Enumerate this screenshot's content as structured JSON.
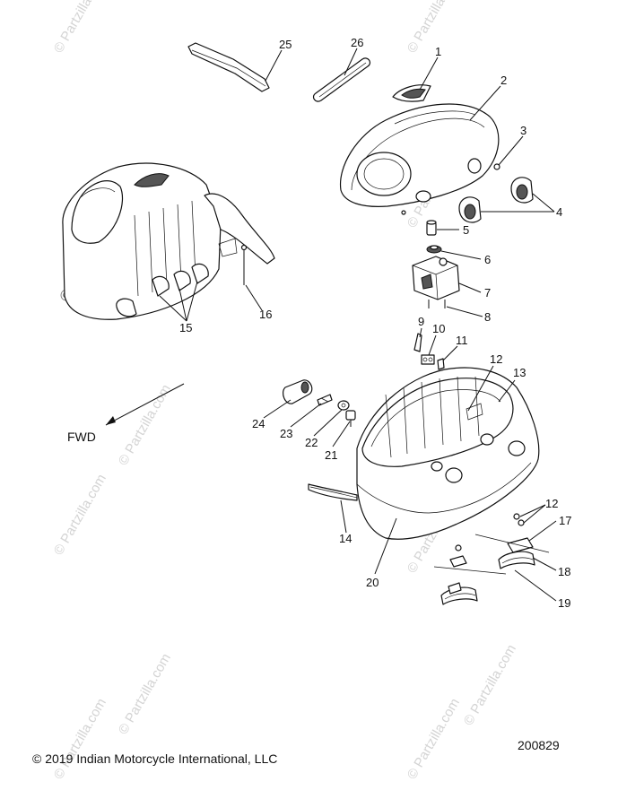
{
  "copyright": "© 2019 Indian Motorcycle International, LLC",
  "diagram_number": "200829",
  "direction_label": "FWD",
  "watermark_text": "© Partzilla.com",
  "callouts": [
    {
      "id": "1",
      "label": "1"
    },
    {
      "id": "2",
      "label": "2"
    },
    {
      "id": "3",
      "label": "3"
    },
    {
      "id": "4",
      "label": "4"
    },
    {
      "id": "5",
      "label": "5"
    },
    {
      "id": "6",
      "label": "6"
    },
    {
      "id": "7",
      "label": "7"
    },
    {
      "id": "8",
      "label": "8"
    },
    {
      "id": "9",
      "label": "9"
    },
    {
      "id": "10",
      "label": "10"
    },
    {
      "id": "11",
      "label": "11"
    },
    {
      "id": "12a",
      "label": "12"
    },
    {
      "id": "12b",
      "label": "12"
    },
    {
      "id": "13",
      "label": "13"
    },
    {
      "id": "14",
      "label": "14"
    },
    {
      "id": "15",
      "label": "15"
    },
    {
      "id": "16",
      "label": "16"
    },
    {
      "id": "17",
      "label": "17"
    },
    {
      "id": "18",
      "label": "18"
    },
    {
      "id": "19",
      "label": "19"
    },
    {
      "id": "20",
      "label": "20"
    },
    {
      "id": "21",
      "label": "21"
    },
    {
      "id": "22",
      "label": "22"
    },
    {
      "id": "23",
      "label": "23"
    },
    {
      "id": "24",
      "label": "24"
    },
    {
      "id": "25",
      "label": "25"
    },
    {
      "id": "26",
      "label": "26"
    }
  ]
}
